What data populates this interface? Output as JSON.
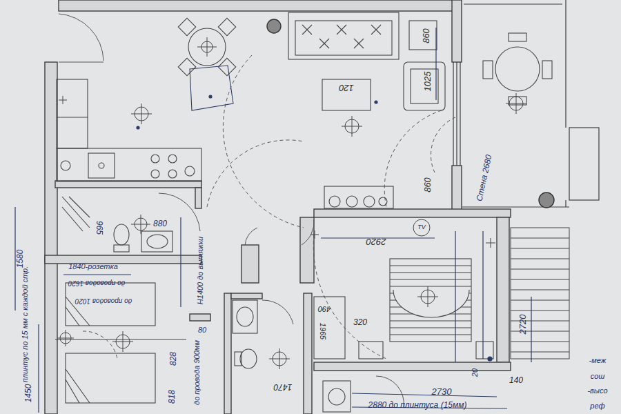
{
  "diagram": {
    "labels": [
      "860",
      "1025",
      "120",
      "860",
      "Стена 2680",
      "2920",
      "TV",
      "880",
      "965",
      "1840-розетка",
      "до проводов 1620",
      "до проводов 1020",
      "Н1400 до вытяжки",
      "80",
      "828",
      "до провода 900мм",
      "818",
      "1470",
      "490",
      "1965",
      "320",
      "20",
      "2730",
      "140",
      "2880 до плинтуса (15мм)",
      "2720",
      "1580",
      "плинтус по 15 мм с каждой стр.",
      "1450",
      "-меж",
      "сош",
      "-высо",
      "реф"
    ]
  }
}
